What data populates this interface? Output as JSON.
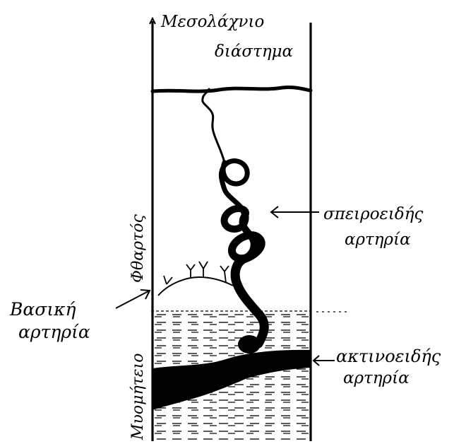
{
  "labels": {
    "top_line1": "Μεσολάχνιο",
    "top_line2": "διάστημα",
    "left_upper": "Φθαρτός",
    "left_lower": "Μυομήτειο",
    "basic_line1": "Βασική",
    "basic_line2": "αρτηρία",
    "spiral_line1": "σπειροειδής",
    "spiral_line2": "αρτηρία",
    "radial_line1": "ακτινοειδής",
    "radial_line2": "αρτηρία"
  },
  "colors": {
    "ink": "#000000",
    "paper": "#ffffff"
  }
}
